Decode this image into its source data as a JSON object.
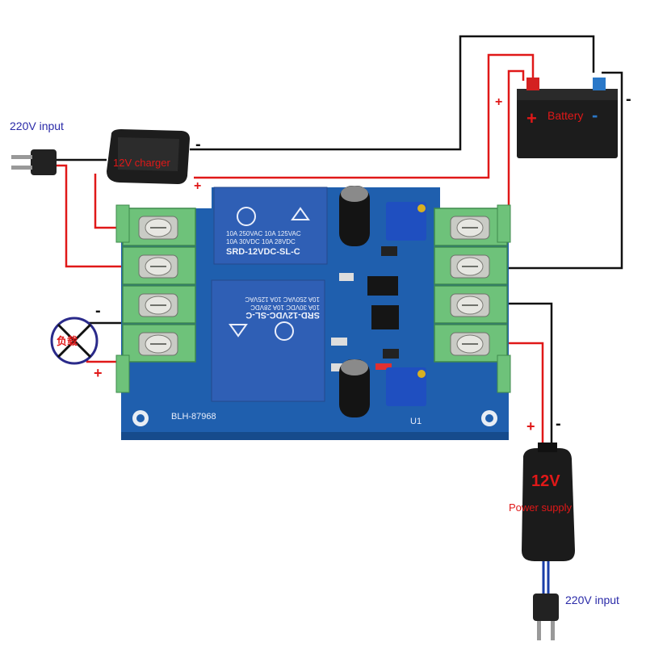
{
  "labels": {
    "input_220v_left": "220V input",
    "input_220v_right": "220V input",
    "charger": "12V charger",
    "battery": "Battery",
    "battery_plus": "+",
    "battery_minus": "-",
    "psu_voltage": "12V",
    "psu_name": "Power supply",
    "load": "负载",
    "board_model": "BLH-87968",
    "u1": "U1"
  },
  "relays": {
    "top": {
      "lines": [
        "10A 250VAC  10A 125VAC",
        "10A 30VDC  10A 28VDC",
        "SRD-12VDC-SL-C"
      ]
    },
    "bottom": {
      "lines": [
        "SRD-12VDC-SL-C",
        "10A 30VDC 10A 28VDC",
        "10A 250VAC 10A 125VAC"
      ]
    }
  },
  "signs": {
    "charger_minus": "-",
    "charger_plus": "+",
    "battery_side_plus": "+",
    "battery_side_minus": "-",
    "load_minus": "-",
    "load_plus": "+",
    "psu_plus": "+",
    "psu_minus": "-"
  },
  "colors": {
    "wire_red": "#e01818",
    "wire_black": "#111111",
    "pcb": "#1f5fae",
    "terminal": "#6ec27a",
    "relay": "#2f5fb5"
  }
}
